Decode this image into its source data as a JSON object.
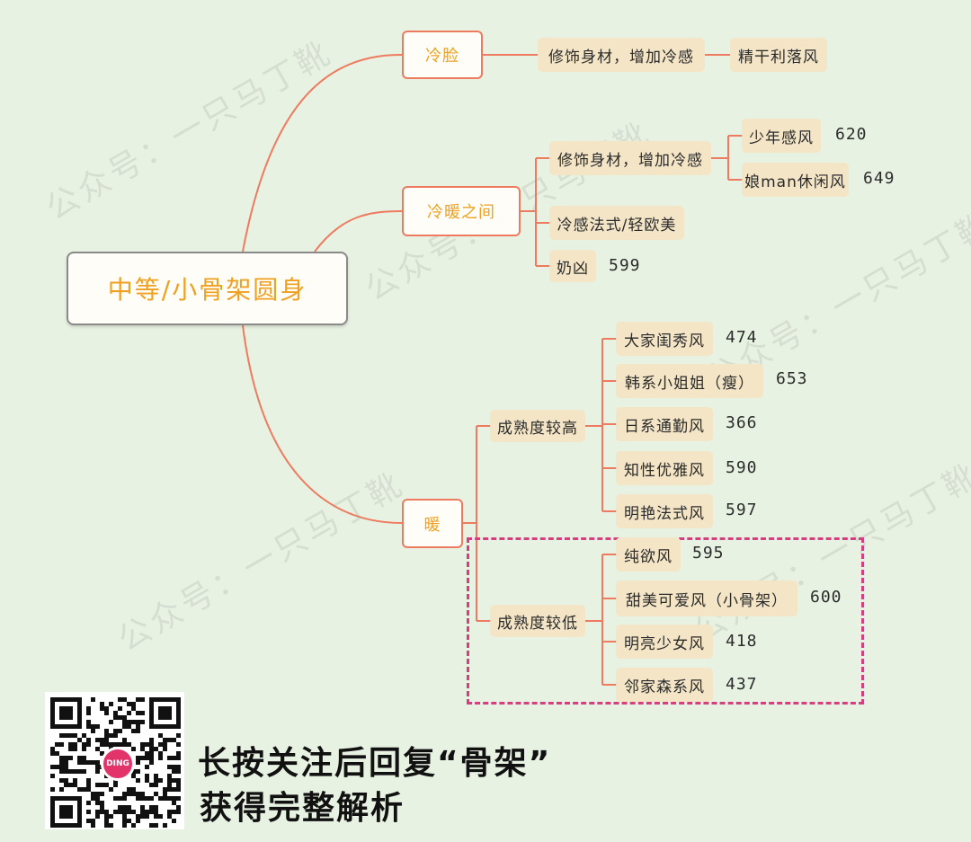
{
  "colors": {
    "branch": "#ee7b5f",
    "highlight": "#d63f7e",
    "accent": "#f0a020",
    "background": "#e8f2e2"
  },
  "watermark": "公众号：一只马丁靴",
  "mindmap": {
    "root": "中等/小骨架圆身",
    "branches": [
      {
        "label": "冷脸",
        "children": [
          {
            "label": "修饰身材，增加冷感",
            "next": "精干利落风"
          }
        ]
      },
      {
        "label": "冷暖之间",
        "children": [
          {
            "label": "修饰身材，增加冷感",
            "children": [
              {
                "label": "少年感风",
                "score": "620"
              },
              {
                "label": "娘man休闲风",
                "score": "649"
              }
            ]
          },
          {
            "label": "冷感法式/轻欧美"
          },
          {
            "label": "奶凶",
            "score": "599"
          }
        ]
      },
      {
        "label": "暖",
        "children": [
          {
            "label": "成熟度较高",
            "children": [
              {
                "label": "大家闺秀风",
                "score": "474"
              },
              {
                "label": "韩系小姐姐（瘦）",
                "score": "653"
              },
              {
                "label": "日系通勤风",
                "score": "366"
              },
              {
                "label": "知性优雅风",
                "score": "590"
              },
              {
                "label": "明艳法式风",
                "score": "597"
              }
            ]
          },
          {
            "label": "成熟度较低",
            "children": [
              {
                "label": "纯欲风",
                "score": "595"
              },
              {
                "label": "甜美可爱风（小骨架）",
                "score": "600"
              },
              {
                "label": "明亮少女风",
                "score": "418"
              },
              {
                "label": "邻家森系风",
                "score": "437"
              }
            ]
          }
        ]
      }
    ]
  },
  "qr": {
    "logo_text": "DING"
  },
  "footer": {
    "line1": "长按关注后回复“骨架”",
    "line2": "获得完整解析"
  }
}
